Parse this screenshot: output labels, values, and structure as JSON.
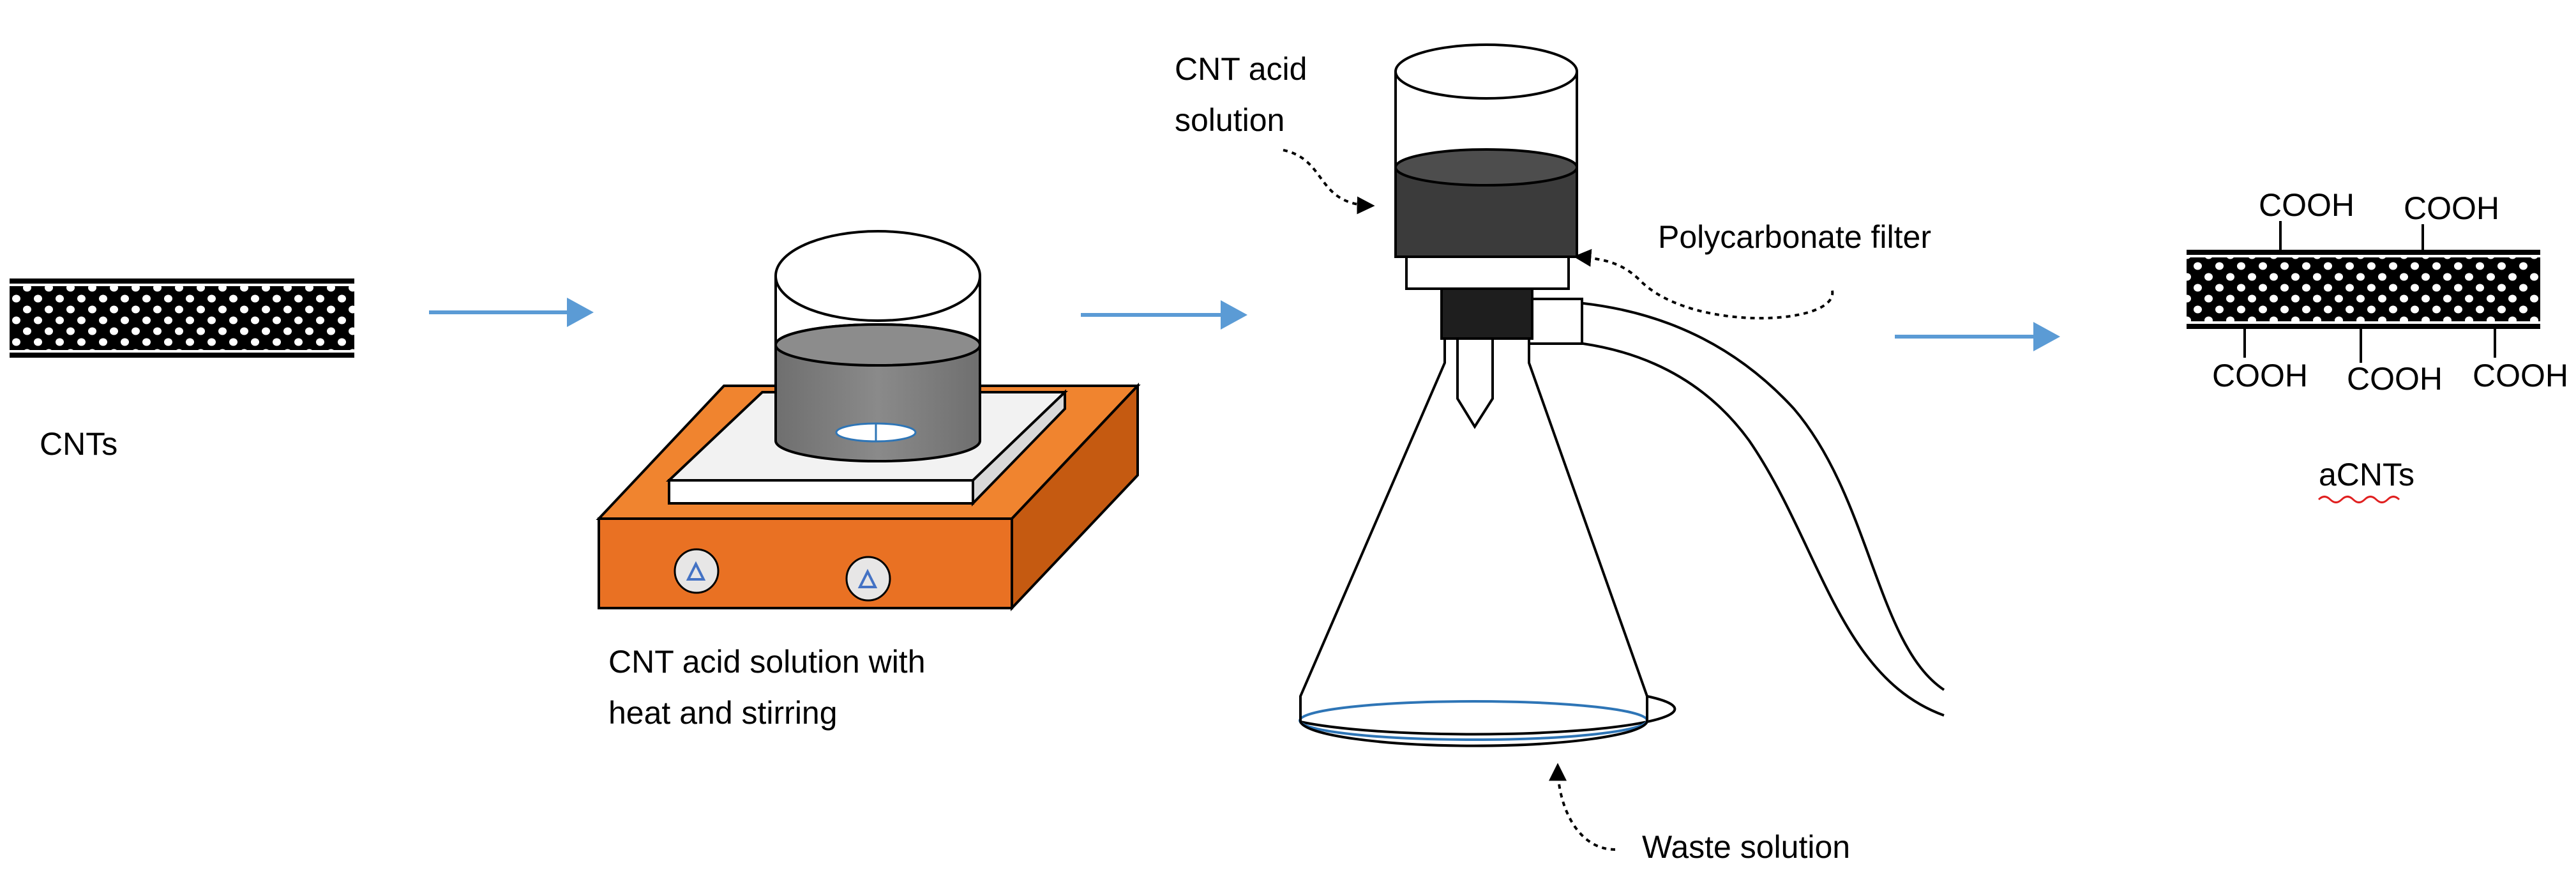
{
  "labels": {
    "cnts": "CNTs",
    "stir_line1": "CNT acid solution with",
    "stir_line2": "heat and stirring",
    "filter_line1": "CNT acid",
    "filter_line2": "solution",
    "polycarbonate": "Polycarbonate filter",
    "waste": "Waste solution",
    "acnts": "aCNTs"
  },
  "functional_group": "COOH",
  "colors": {
    "arrow": "#5B9BD5",
    "hotplate_top": "#F0842F",
    "hotplate_front": "#E97123",
    "hotplate_side": "#C55A11",
    "beaker_liquid": "#7F7F7F",
    "filter_liquid": "#3B3B3B",
    "stopper": "#1E1E1E",
    "spellcheck_underline": "#E02020"
  },
  "icons": {
    "process_arrow": "right-arrow-icon",
    "nanotube": "hexagonal-lattice-icon",
    "stir_knob": "knob-triangle-icon",
    "stir_bar": "stir-bar-icon"
  }
}
